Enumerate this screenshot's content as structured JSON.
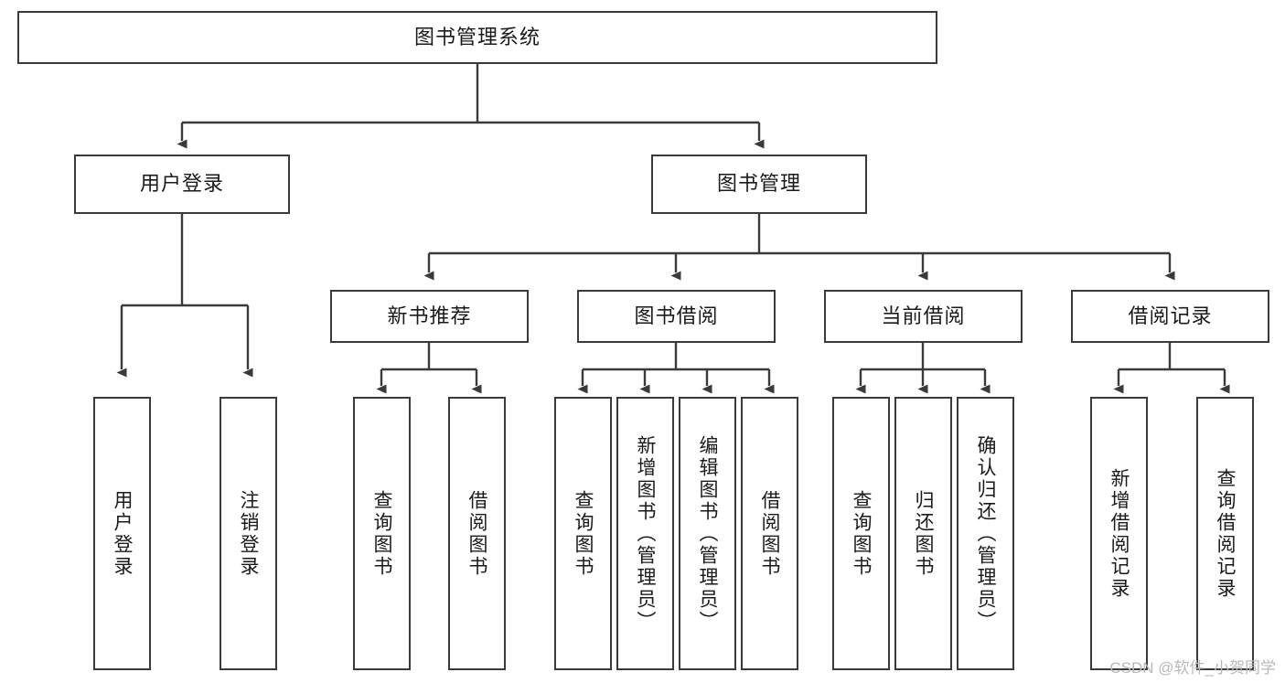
{
  "diagram": {
    "title": "图书管理系统",
    "type": "tree-hierarchy-chart",
    "colors": {
      "box_border": "#3a3a3a",
      "box_fill": "#ffffff",
      "connector": "#3a3a3a",
      "text": "#1a1a1a",
      "watermark": "#b9b9b9",
      "background": "#ffffff"
    },
    "root": {
      "label": "图书管理系统"
    },
    "level2": [
      {
        "label": "用户登录"
      },
      {
        "label": "图书管理"
      }
    ],
    "level3": [
      {
        "label": "新书推荐"
      },
      {
        "label": "图书借阅"
      },
      {
        "label": "当前借阅"
      },
      {
        "label": "借阅记录"
      }
    ],
    "leaves": {
      "user_login": [
        {
          "label": "用户登录"
        },
        {
          "label": "注销登录"
        }
      ],
      "new_book_recommend": [
        {
          "label": "查询图书"
        },
        {
          "label": "借阅图书"
        }
      ],
      "book_borrow": [
        {
          "label": "查询图书"
        },
        {
          "label": "新增图书（管理员）"
        },
        {
          "label": "编辑图书（管理员）"
        },
        {
          "label": "借阅图书"
        }
      ],
      "current_borrow": [
        {
          "label": "查询图书"
        },
        {
          "label": "归还图书"
        },
        {
          "label": "确认归还（管理员）"
        }
      ],
      "borrow_records": [
        {
          "label": "新增借阅记录"
        },
        {
          "label": "查询借阅记录"
        }
      ]
    },
    "watermark": "CSDN @软件_小贺同学"
  }
}
